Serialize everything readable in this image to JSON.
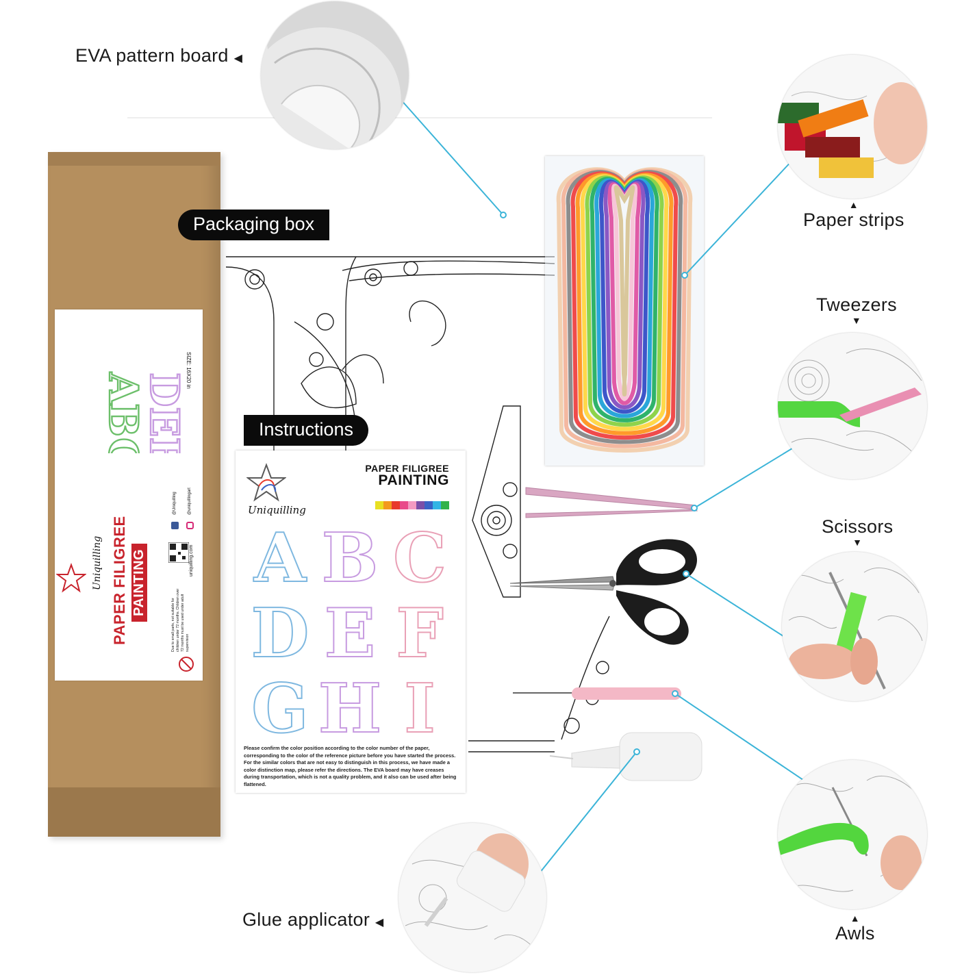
{
  "labels": {
    "eva_board": "EVA pattern board",
    "paper_strips": "Paper strips",
    "tweezers": "Tweezers",
    "scissors": "Scissors",
    "awls": "Awls",
    "glue_applicator": "Glue applicator",
    "packaging_box": "Packaging box",
    "instructions": "Instructions"
  },
  "box": {
    "title_line1": "PAPER FILIGREE",
    "title_line2": "PAINTING",
    "brand": "Uniquilling",
    "size": "SIZE: 16X20 in",
    "facebook": "@Uniquilling",
    "instagram": "@uniquillingart",
    "website": "uniquilling.com",
    "warning": "Due to small parts, not suitable for children under 72 months. Children over 72 months must be used under adult supervision"
  },
  "instructions_sheet": {
    "title_line1": "PAPER FILIGREE",
    "title_line2": "PAINTING",
    "brand": "Uniquilling",
    "letters": [
      "A",
      "B",
      "C",
      "D",
      "E",
      "F",
      "G",
      "H",
      "I"
    ],
    "note": "Please confirm the color position according to the color number of the paper, corresponding to the color of the reference picture before you have started the process. For the similar colors that are not easy to distinguish in this process, we have made a color distinction map, please refer the directions. The EVA board may have creases during transportation, which is not a quality problem, and it also can be used after being flattened."
  },
  "colors": {
    "pointer_line": "#3bb4d8",
    "kraft": "#b58f5e",
    "title_red": "#c8232c",
    "swatches": [
      "#e8e022",
      "#f39a1e",
      "#e8392b",
      "#e94a8a",
      "#f49ac2",
      "#7b4fa8",
      "#3a63c6",
      "#33b5e5",
      "#31b24b"
    ],
    "strips": [
      "#f2d0b0",
      "#f4b8a0",
      "#8d8d8d",
      "#f04b4b",
      "#ff9a2a",
      "#ffd84a",
      "#8ed34b",
      "#2fb36a",
      "#2aa6d9",
      "#3d56c9",
      "#8a58c4",
      "#e05aa6",
      "#f7c5d8",
      "#d9c79b"
    ]
  }
}
